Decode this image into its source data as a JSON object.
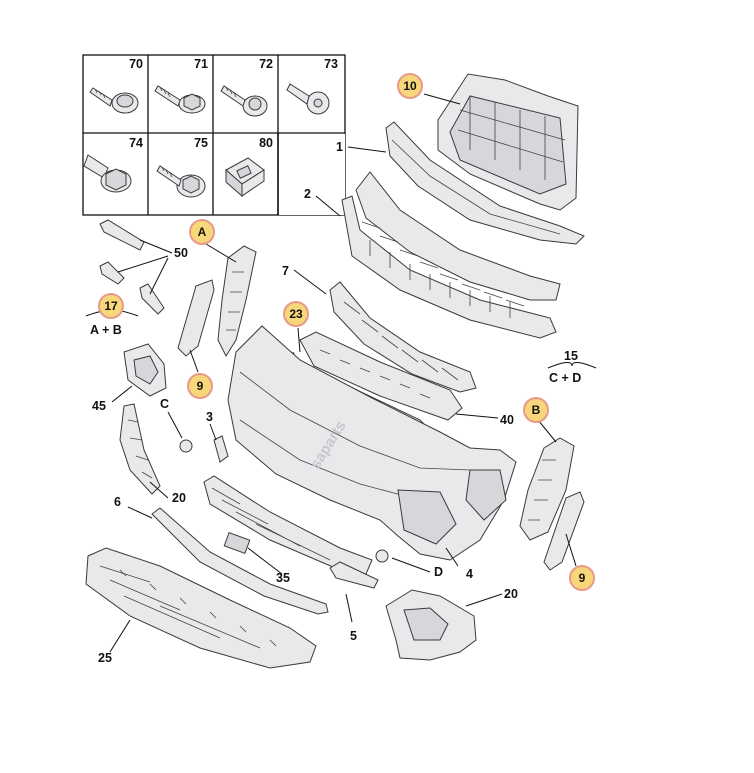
{
  "diagram": {
    "fastener_table": [
      {
        "number": "70",
        "icon": "flange-screw-icon"
      },
      {
        "number": "71",
        "icon": "hex-washer-bolt-icon"
      },
      {
        "number": "72",
        "icon": "toothed-flange-bolt-icon"
      },
      {
        "number": "73",
        "icon": "rivet-clip-icon"
      },
      {
        "number": "74",
        "icon": "hex-flange-nut-icon"
      },
      {
        "number": "75",
        "icon": "hex-washer-bolt-icon"
      },
      {
        "number": "80",
        "icon": "square-clip-icon"
      }
    ],
    "callouts": {
      "c1": "1",
      "c2": "2",
      "c3": "3",
      "c4": "4",
      "c5": "5",
      "c6": "6",
      "c7": "7",
      "c20a": "20",
      "c20b": "20",
      "c25": "25",
      "c35": "35",
      "c40": "40",
      "c45": "45",
      "c50": "50",
      "cC": "C",
      "cD": "D"
    },
    "highlighted": {
      "b10": "10",
      "bA": "A",
      "b17": "17",
      "b23": "23",
      "b9a": "9",
      "b9b": "9",
      "bB": "B"
    },
    "groups": {
      "g15_num": "15",
      "g15_sub": "C + D",
      "g17_sub": "A + B"
    },
    "watermark": "saparts",
    "colors": {
      "part_fill": "#e9e9ec",
      "badge_fill": "#f7d77a",
      "badge_ring": "#e79a8c",
      "line": "#111111"
    }
  }
}
